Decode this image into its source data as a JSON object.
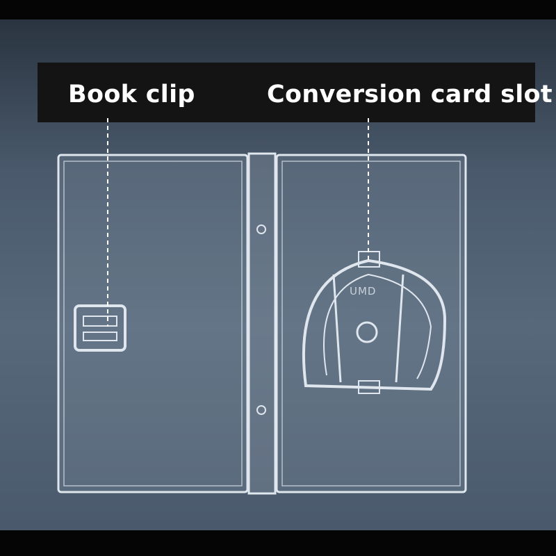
{
  "labels": {
    "book_clip": "Book clip",
    "card_slot": "Conversion card slot"
  },
  "case_logo": "UMD"
}
